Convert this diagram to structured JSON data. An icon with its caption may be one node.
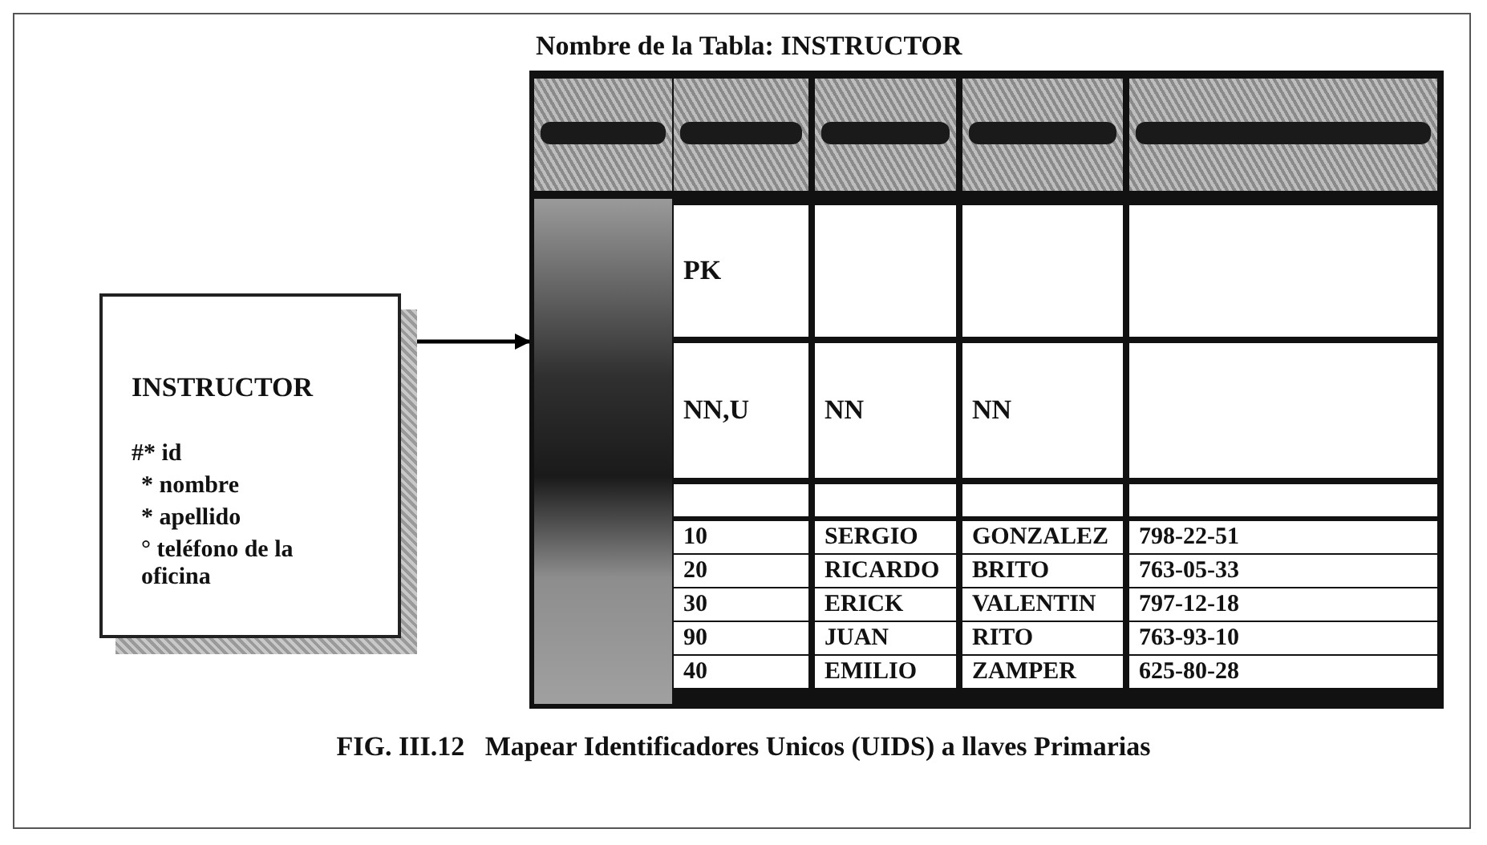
{
  "diagram": {
    "caption": "FIG. III.12   Mapear Identificadores Unicos (UIDS) a llaves Primarias",
    "nodes": [
      {
        "text": [
          "INSTRUCTOR",
          "#* id",
          "* nombre",
          "* apellido",
          "° teléfono de la oficina"
        ]
      },
      {
        "text": [
          "Nombre de la Tabla: INSTRUCTOR"
        ]
      }
    ],
    "edges": [
      {
        "from": 0,
        "to": 1,
        "arrow": "to"
      }
    ],
    "labels": [
      "PK",
      "NN,U",
      "NN",
      "NN",
      "10",
      "SERGIO",
      "GONZALEZ",
      "798-22-51",
      "20",
      "RICARDO",
      "BRITO",
      "763-05-33",
      "30",
      "ERICK",
      "VALENTIN",
      "797-12-18",
      "90",
      "JUAN",
      "RITO",
      "763-93-10",
      "40",
      "EMILIO",
      "ZAMPER",
      "625-80-28"
    ]
  }
}
